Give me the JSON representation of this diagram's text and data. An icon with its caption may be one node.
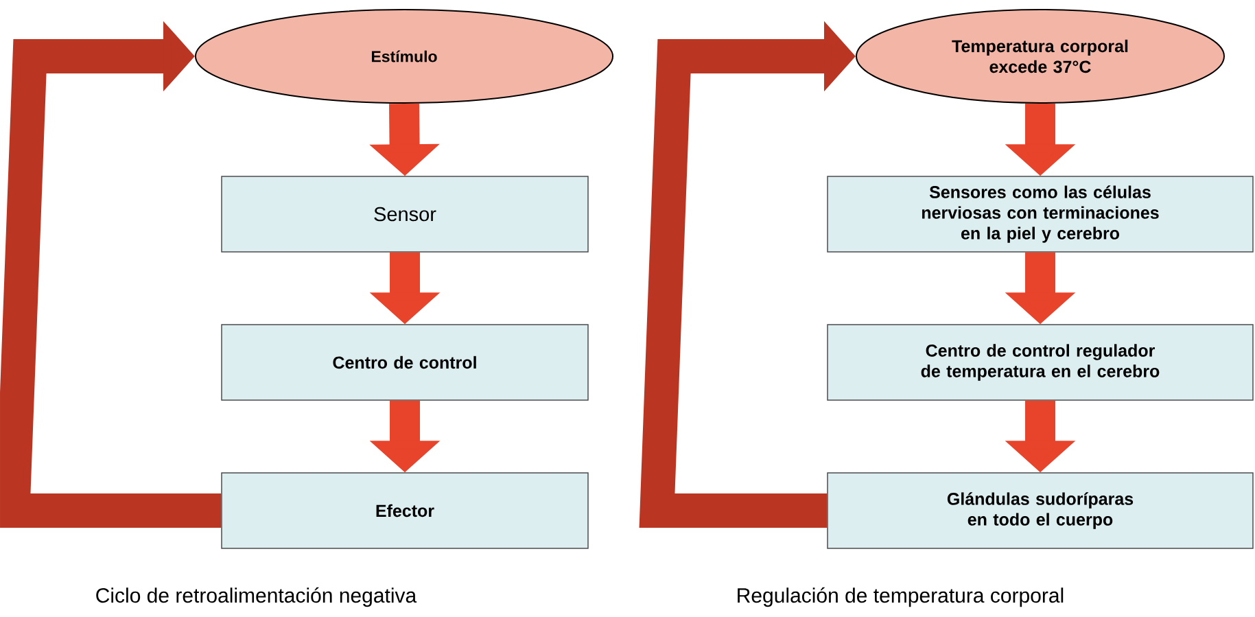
{
  "diagram": {
    "nodes": [
      {
        "text": [
          "Estímulo"
        ]
      },
      {
        "text": [
          "Sensor"
        ]
      },
      {
        "text": [
          "Centro de control"
        ]
      },
      {
        "text": [
          "Efector"
        ]
      },
      {
        "text": [
          "Temperatura corporal excede 37°C"
        ]
      },
      {
        "text": [
          "Sensores como las células nerviosas con terminaciones en la piel y cerebro"
        ]
      },
      {
        "text": [
          "Centro de control regulador de temperatura en el cerebro"
        ]
      },
      {
        "text": [
          "Glándulas sudoríparas en todo el cuerpo"
        ]
      }
    ],
    "edges": [
      {
        "from": 0,
        "to": 1,
        "arrow": "to"
      },
      {
        "from": 1,
        "to": 2,
        "arrow": "to"
      },
      {
        "from": 2,
        "to": 3,
        "arrow": "to"
      },
      {
        "from": 3,
        "to": 0,
        "arrow": "to"
      },
      {
        "from": 4,
        "to": 5,
        "arrow": "to"
      },
      {
        "from": 5,
        "to": 6,
        "arrow": "to"
      },
      {
        "from": 6,
        "to": 7,
        "arrow": "to"
      },
      {
        "from": 7,
        "to": 4,
        "arrow": "to"
      }
    ],
    "labels": [
      "Ciclo de retroalimentación negativa",
      "Regulación de temperatura corporal"
    ]
  }
}
